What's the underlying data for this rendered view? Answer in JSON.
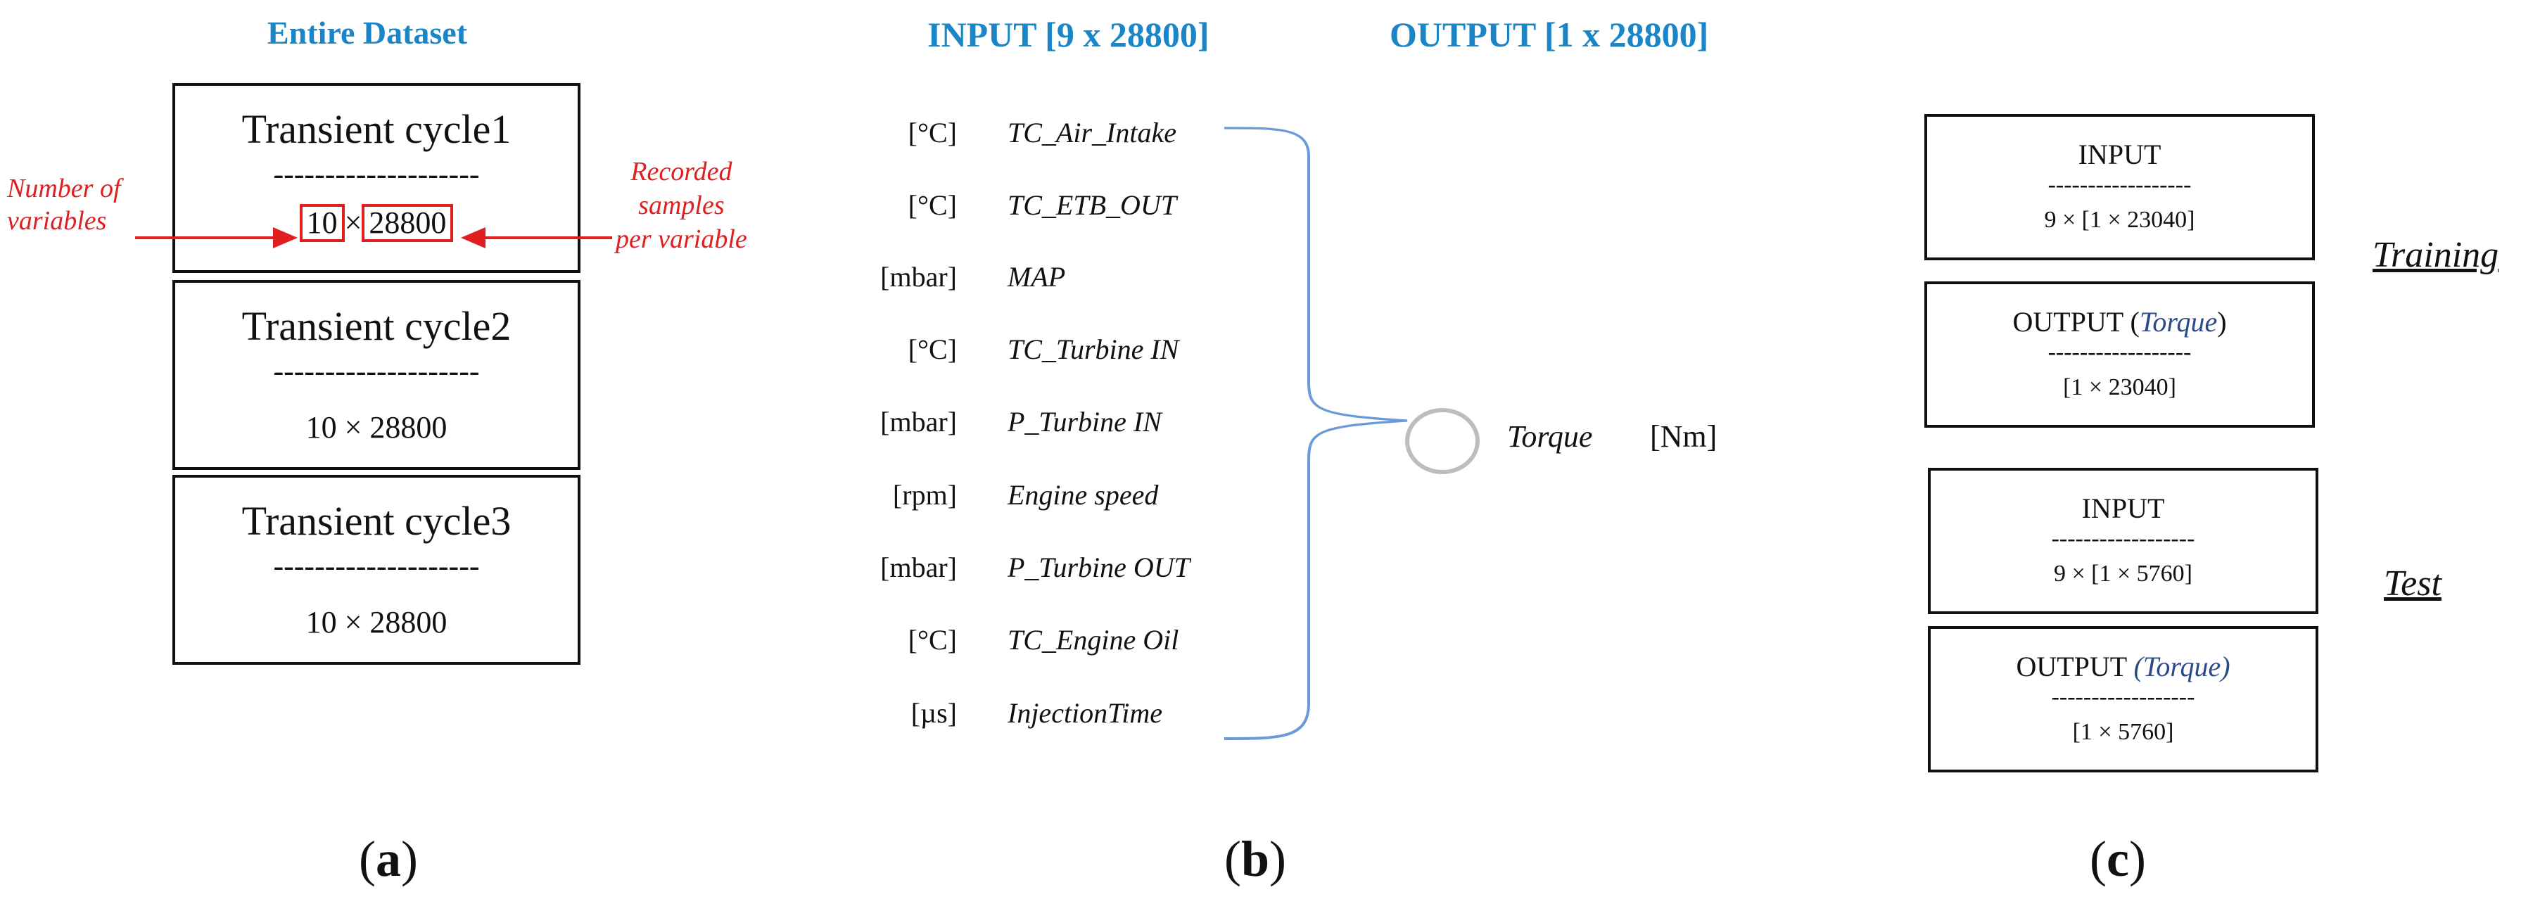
{
  "panel_a": {
    "title": "Entire Dataset",
    "cycles": [
      {
        "name": "Transient cycle1",
        "dashes": "--------------------",
        "dims": "10 × 28800",
        "dims_left": "10",
        "dims_mult": "×",
        "dims_right": "28800"
      },
      {
        "name": "Transient cycle2",
        "dashes": "--------------------",
        "dims": "10 × 28800"
      },
      {
        "name": "Transient cycle3",
        "dashes": "--------------------",
        "dims": "10 × 28800"
      }
    ],
    "annotation_left": [
      "Number of",
      "variables"
    ],
    "annotation_right": [
      "Recorded",
      "samples",
      "per variable"
    ],
    "label": "(a)",
    "label_prefix": "(",
    "label_letter": "a",
    "label_suffix": ")"
  },
  "panel_b": {
    "input_title": "INPUT [9 x 28800]",
    "output_title": "OUTPUT [1 x 28800]",
    "variables": [
      {
        "unit": "[°C]",
        "name": "TC_Air_Intake"
      },
      {
        "unit": "[°C]",
        "name": "TC_ETB_OUT"
      },
      {
        "unit": "[mbar]",
        "name": "MAP"
      },
      {
        "unit": "[°C]",
        "name": "TC_Turbine IN"
      },
      {
        "unit": "[mbar]",
        "name": "P_Turbine IN"
      },
      {
        "unit": "[rpm]",
        "name": "Engine speed"
      },
      {
        "unit": "[mbar]",
        "name": "P_Turbine OUT"
      },
      {
        "unit": "[°C]",
        "name": "TC_Engine Oil"
      },
      {
        "unit": "[µs]",
        "name": "InjectionTime"
      }
    ],
    "output_var": "Torque",
    "output_unit": "[Nm]",
    "label_prefix": "(",
    "label_letter": "b",
    "label_suffix": ")"
  },
  "panel_c": {
    "training": {
      "input_title": "INPUT",
      "input_dashes": "------------------",
      "input_dims": "9 × [1  × 23040]",
      "output_title": "OUTPUT (",
      "output_torque": "Torque",
      "output_close": ")",
      "output_dashes": "------------------",
      "output_dims": "[1  × 23040]",
      "label": "Training"
    },
    "test": {
      "input_title": "INPUT",
      "input_dashes": "------------------",
      "input_dims": "9 × [1  × 5760]",
      "output_title": "OUTPUT ",
      "output_torque": "(Torque)",
      "output_dashes": "------------------",
      "output_dims": "[1  × 5760]",
      "label": "Test"
    },
    "label_prefix": "(",
    "label_letter": "c",
    "label_suffix": ")"
  },
  "colors": {
    "title_blue": "#1a86c8",
    "annotation_red": "#e02020",
    "brace_blue": "#6a9bd8",
    "torque_blue": "#2b4a8a"
  }
}
